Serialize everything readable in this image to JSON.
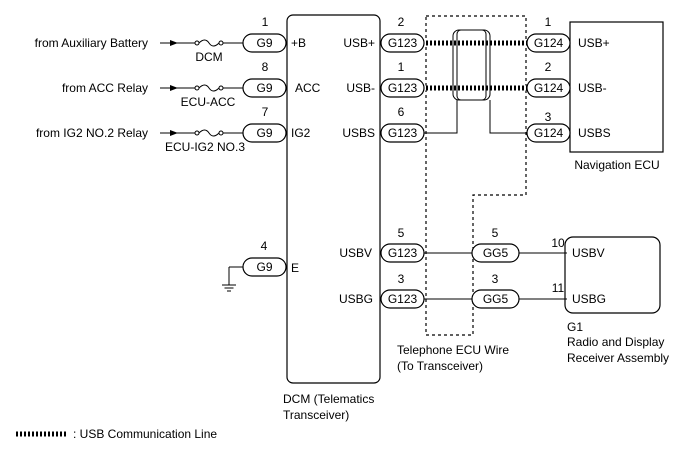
{
  "sources": {
    "aux": "from Auxiliary Battery",
    "acc": "from ACC Relay",
    "ig2": "from IG2 NO.2 Relay"
  },
  "fuses": {
    "dcm": "DCM",
    "ecu_acc": "ECU-ACC",
    "ecu_ig2": "ECU-IG2 NO.3"
  },
  "dcm": {
    "label_line1": "DCM (Telematics",
    "label_line2": "Transceiver)",
    "left_pins": [
      {
        "num": "1",
        "conn": "G9",
        "name": "+B"
      },
      {
        "num": "8",
        "conn": "G9",
        "name": "ACC"
      },
      {
        "num": "7",
        "conn": "G9",
        "name": "IG2"
      },
      {
        "num": "4",
        "conn": "G9",
        "name": "E"
      }
    ],
    "right_pins": [
      {
        "num": "2",
        "conn": "G123",
        "name": "USB+"
      },
      {
        "num": "1",
        "conn": "G123",
        "name": "USB-"
      },
      {
        "num": "6",
        "conn": "G123",
        "name": "USBS"
      },
      {
        "num": "5",
        "conn": "G123",
        "name": "USBV"
      },
      {
        "num": "3",
        "conn": "G123",
        "name": "USBG"
      }
    ]
  },
  "nav": {
    "label": "Navigation ECU",
    "pins": [
      {
        "num": "1",
        "conn": "G124",
        "name": "USB+"
      },
      {
        "num": "2",
        "conn": "G124",
        "name": "USB-"
      },
      {
        "num": "3",
        "conn": "G124",
        "name": "USBS"
      }
    ]
  },
  "wire_harness": {
    "label_line1": "Telephone ECU Wire",
    "label_line2": "(To Transceiver)",
    "pins": [
      {
        "num": "5",
        "conn": "GG5"
      },
      {
        "num": "3",
        "conn": "GG5"
      }
    ]
  },
  "radio": {
    "id": "G1",
    "label_line1": "Radio and Display",
    "label_line2": "Receiver Assembly",
    "pins": [
      {
        "num": "10",
        "name": "USBV"
      },
      {
        "num": "11",
        "name": "USBG"
      }
    ]
  },
  "legend": {
    "text": ": USB Communication Line"
  }
}
